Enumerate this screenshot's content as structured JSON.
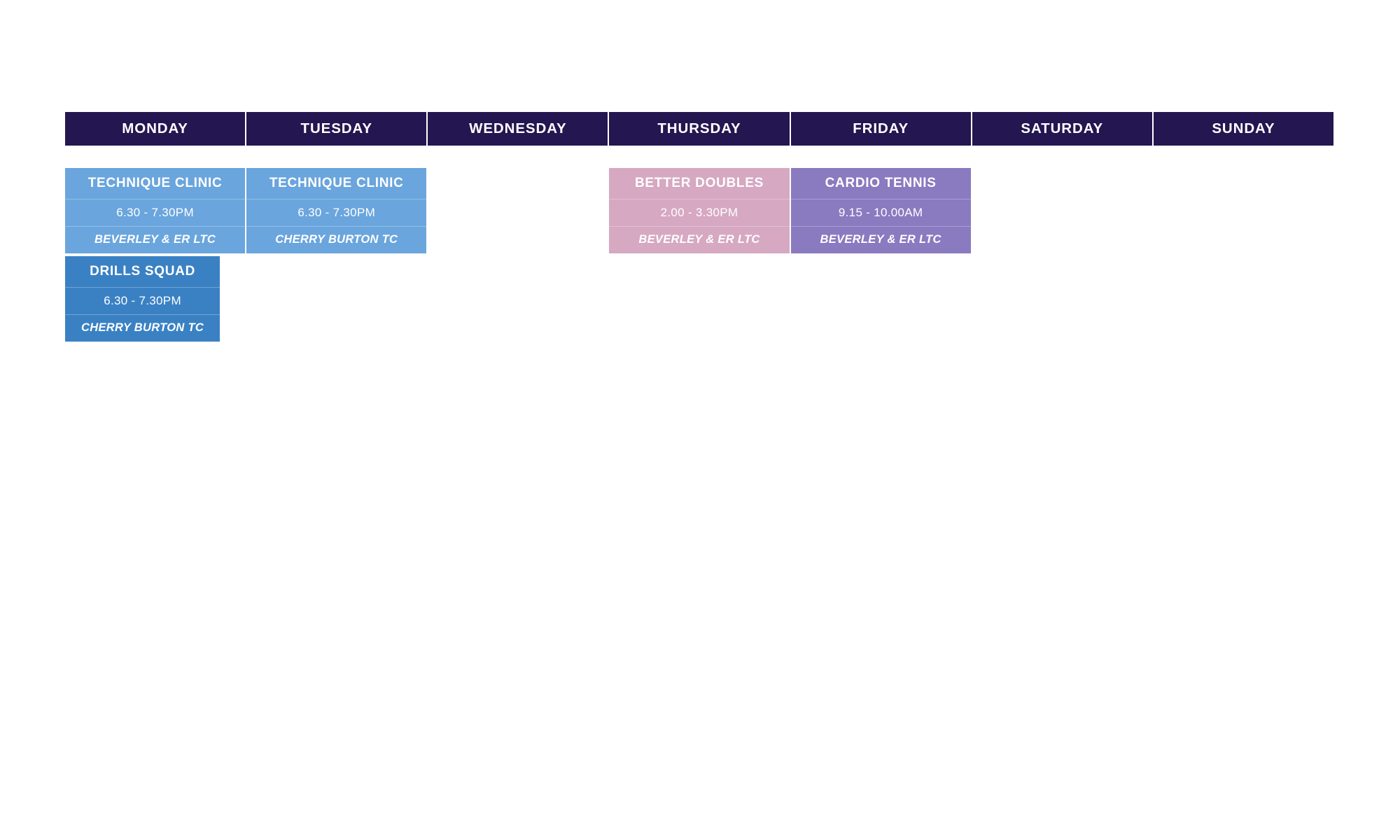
{
  "palette": {
    "header_bg": "#241650",
    "header_text": "#ffffff",
    "page_bg": "#ffffff",
    "light_blue": "#6aa5dd",
    "medium_blue": "#3a81c4",
    "dusty_pink": "#d6a8c2",
    "purple": "#8a7ac0",
    "card_text": "#ffffff"
  },
  "days": [
    {
      "id": "monday",
      "label": "MONDAY"
    },
    {
      "id": "tuesday",
      "label": "TUESDAY"
    },
    {
      "id": "wednesday",
      "label": "WEDNESDAY"
    },
    {
      "id": "thursday",
      "label": "THURSDAY"
    },
    {
      "id": "friday",
      "label": "FRIDAY"
    },
    {
      "id": "saturday",
      "label": "SATURDAY"
    },
    {
      "id": "sunday",
      "label": "SUNDAY"
    }
  ],
  "sessions": {
    "monday": [
      {
        "title": "TECHNIQUE CLINIC",
        "time": "6.30 - 7.30PM",
        "venue": "BEVERLEY & ER LTC",
        "color": "#6aa5dd",
        "width": "full"
      },
      {
        "title": "DRILLS SQUAD",
        "time": "6.30 - 7.30PM",
        "venue": "CHERRY BURTON TC",
        "color": "#3a81c4",
        "width": "narrow"
      }
    ],
    "tuesday": [
      {
        "title": "TECHNIQUE CLINIC",
        "time": "6.30 - 7.30PM",
        "venue": "CHERRY BURTON TC",
        "color": "#6aa5dd",
        "width": "full"
      }
    ],
    "wednesday": [],
    "thursday": [
      {
        "title": "BETTER DOUBLES",
        "time": "2.00 - 3.30PM",
        "venue": "BEVERLEY & ER LTC",
        "color": "#d6a8c2",
        "width": "full"
      }
    ],
    "friday": [
      {
        "title": "CARDIO TENNIS",
        "time": "9.15 - 10.00AM",
        "venue": "BEVERLEY & ER LTC",
        "color": "#8a7ac0",
        "width": "full"
      }
    ],
    "saturday": [],
    "sunday": []
  }
}
